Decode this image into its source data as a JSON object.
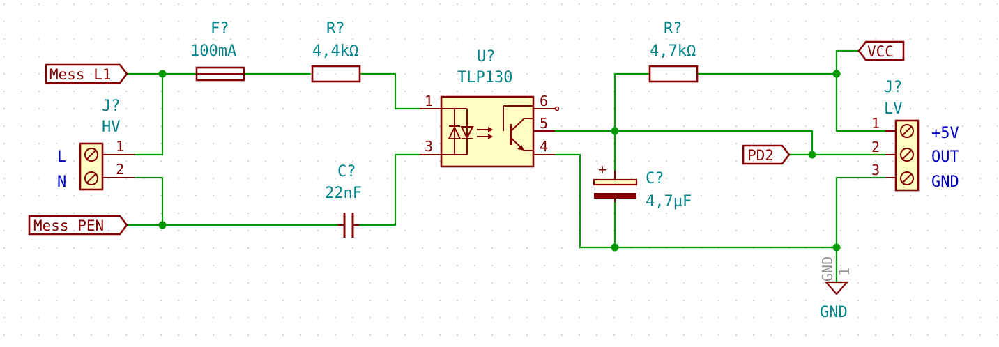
{
  "labels": {
    "mess_l1": "Mess_L1",
    "mess_pen": "Mess_PEN",
    "pd2": "PD2",
    "vcc": "VCC"
  },
  "j_hv": {
    "ref": "J?",
    "value": "HV",
    "pin1": "1",
    "pin2": "2",
    "note_l": "L",
    "note_n": "N"
  },
  "fuse": {
    "ref": "F?",
    "value": "100mA"
  },
  "r_in": {
    "ref": "R?",
    "value": "4,4kΩ"
  },
  "c_in": {
    "ref": "C?",
    "value": "22nF"
  },
  "optocoupler": {
    "ref": "U?",
    "value": "TLP130",
    "pin1": "1",
    "pin3": "3",
    "pin4": "4",
    "pin5": "5",
    "pin6": "6"
  },
  "r_pullup": {
    "ref": "R?",
    "value": "4,7kΩ"
  },
  "c_elko": {
    "ref": "C?",
    "value": "4,7µF",
    "polarity": "+"
  },
  "j_lv": {
    "ref": "J?",
    "value": "LV",
    "pin1": "1",
    "pin2": "2",
    "pin3": "3",
    "note_5v": "+5V",
    "note_out": "OUT",
    "note_gnd": "GND"
  },
  "gnd_symbol": {
    "ref": "GND",
    "pin": "1",
    "value": "GND"
  },
  "colors": {
    "wire": "#009900",
    "component": "#840000",
    "component_fill": "#fffdc2",
    "reference": "#00848a",
    "note": "#0000c2"
  }
}
